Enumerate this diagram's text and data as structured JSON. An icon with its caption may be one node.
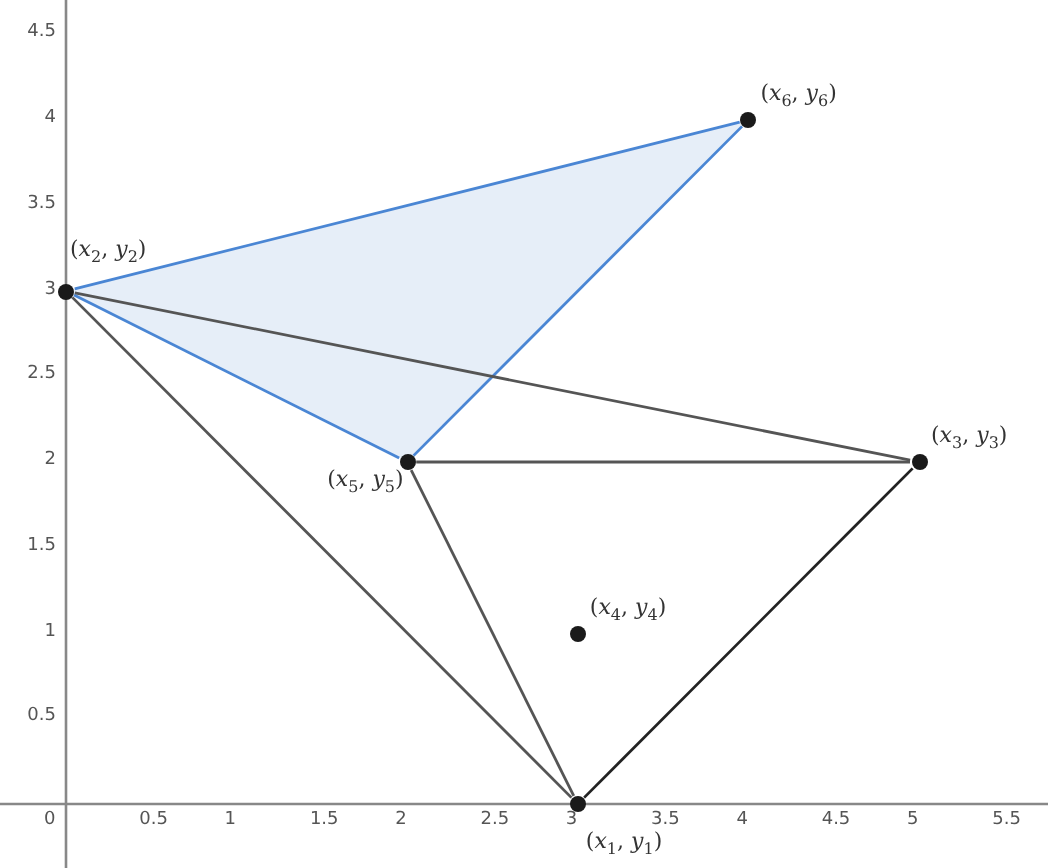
{
  "diagram": {
    "nodes": [
      {
        "text": [],
        "shape": "circle",
        "beside": [
          "(*x*$_{1}$, *y*$_{1}$)"
        ]
      },
      {
        "text": [],
        "shape": "circle",
        "beside": [
          "(*x*$_{2}$, *y*$_{2}$)"
        ]
      },
      {
        "text": [],
        "shape": "circle",
        "beside": [
          "(*x*$_{3}$, *y*$_{3}$)"
        ]
      },
      {
        "text": [],
        "shape": "circle",
        "beside": [
          "(*x*$_{4}$, *y*$_{4}$)"
        ]
      },
      {
        "text": [],
        "shape": "circle",
        "beside": [
          "(*x*$_{5}$, *y*$_{5}$)"
        ]
      },
      {
        "text": [],
        "shape": "circle",
        "beside": [
          "(*x*$_{6}$, *y*$_{6}$)"
        ]
      }
    ],
    "edges": [
      {
        "from": 1,
        "to": 5,
        "arrow": "none",
        "color": "#4a86d4"
      },
      {
        "from": 5,
        "to": 4,
        "arrow": "none",
        "color": "#4a86d4"
      },
      {
        "from": 4,
        "to": 1,
        "arrow": "none",
        "color": "#4a86d4"
      },
      {
        "from": 1,
        "to": 2,
        "arrow": "none"
      },
      {
        "from": 1,
        "to": 0,
        "arrow": "none"
      },
      {
        "from": 4,
        "to": 2,
        "arrow": "none"
      },
      {
        "from": 4,
        "to": 0,
        "arrow": "none"
      },
      {
        "from": 2,
        "to": 0,
        "arrow": "none",
        "color": "#222222"
      }
    ],
    "labels": [
      "4.5",
      "4",
      "3.5",
      "3",
      "2.5",
      "2",
      "1.5",
      "1",
      "0.5",
      "0",
      "0.5",
      "1",
      "1.5",
      "2",
      "2.5",
      "3",
      "3.5",
      "4",
      "4.5",
      "5",
      "5.5"
    ]
  }
}
